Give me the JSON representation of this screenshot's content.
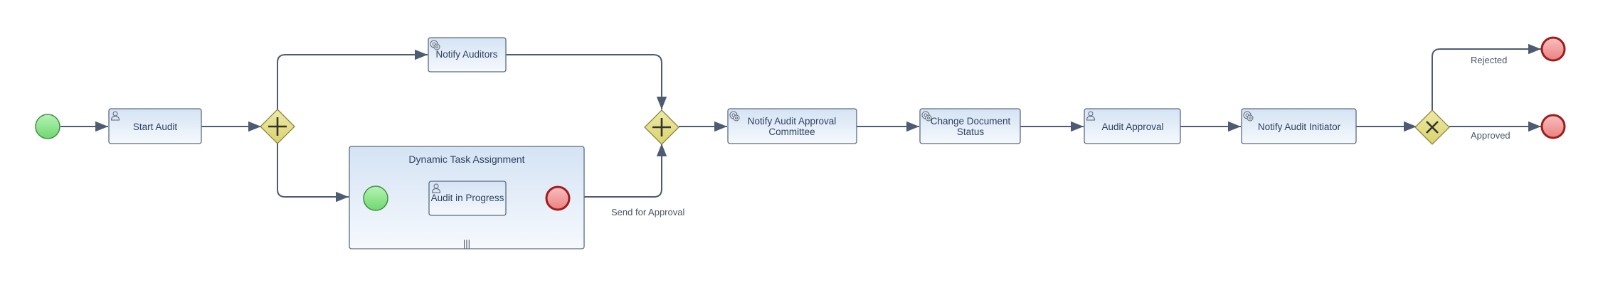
{
  "diagram": {
    "start_events": [
      "",
      ""
    ],
    "tasks": {
      "start_audit": "Start Audit",
      "notify_auditors": "Notify Auditors",
      "audit_in_progress": "Audit in Progress",
      "notify_committee_line1": "Notify Audit Approval",
      "notify_committee_line2": "Committee",
      "change_status_line1": "Change Document",
      "change_status_line2": "Status",
      "audit_approval": "Audit Approval",
      "notify_initiator": "Notify Audit Initiator"
    },
    "subprocess": {
      "title": "Dynamic Task Assignment",
      "marker": "|||"
    },
    "flows": {
      "send_for_approval": "Send for Approval",
      "rejected": "Rejected",
      "approved": "Approved"
    },
    "colors": {
      "start": "#8fe68f",
      "end": "#f3a0a0",
      "gateway": "#e4e08c",
      "task_top": "#d4e3f4",
      "task_bottom": "#f6f9fd",
      "stroke": "#5b6b82"
    }
  }
}
